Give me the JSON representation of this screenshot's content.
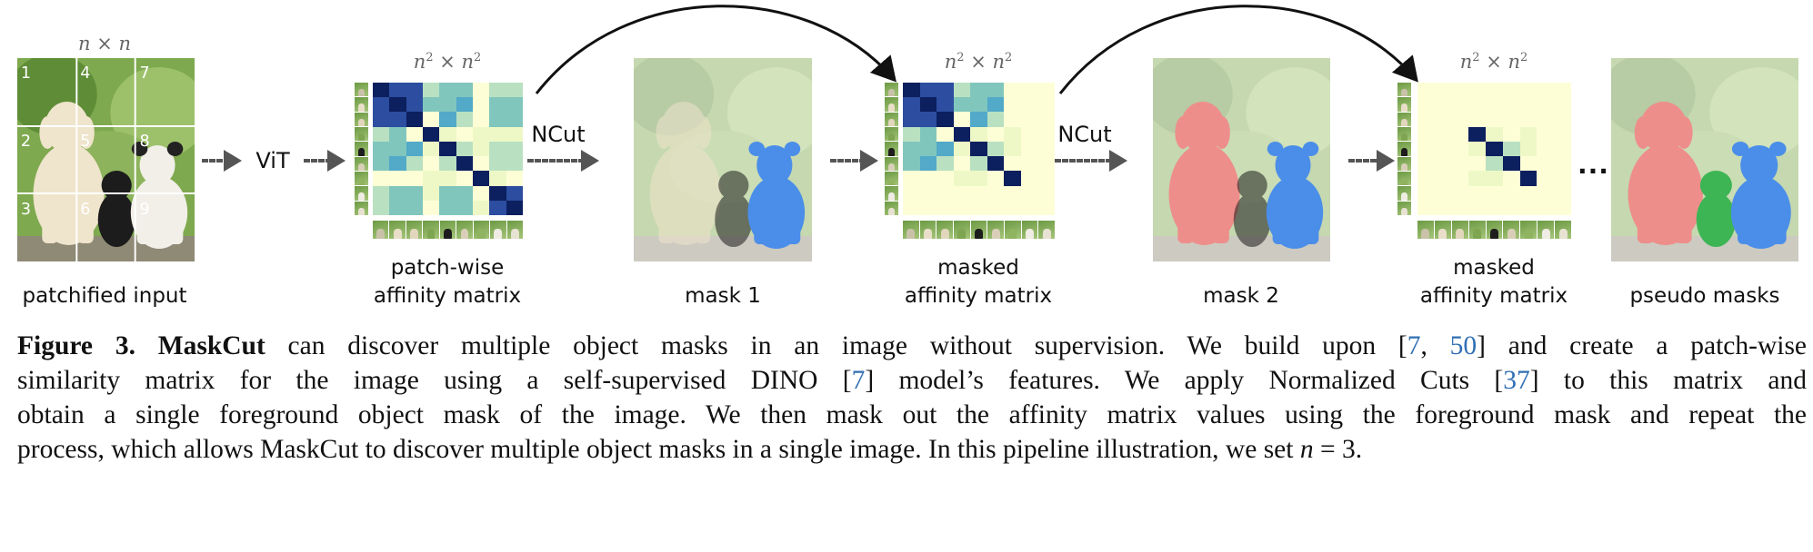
{
  "figure": {
    "input": {
      "dim_label": "n × n",
      "patch_numbers": [
        "1",
        "2",
        "3",
        "4",
        "5",
        "6",
        "7",
        "8",
        "9"
      ],
      "label": "patchified input"
    },
    "vit_label": "ViT",
    "ncut_label_1": "NCut",
    "ncut_label_2": "NCut",
    "matrix_dim_base": "n",
    "matrix_dim_exp": "2",
    "matrix_dim_times": "×",
    "matrix1": {
      "label_line1": "patch-wise",
      "label_line2": "affinity matrix",
      "levels": [
        [
          6,
          5,
          5,
          2,
          3,
          3,
          0,
          2,
          2
        ],
        [
          5,
          6,
          5,
          3,
          3,
          4,
          0,
          3,
          3
        ],
        [
          5,
          5,
          6,
          0,
          4,
          2,
          0,
          3,
          3
        ],
        [
          2,
          3,
          0,
          6,
          1,
          0,
          1,
          1,
          1
        ],
        [
          3,
          3,
          4,
          1,
          6,
          2,
          1,
          2,
          2
        ],
        [
          3,
          4,
          2,
          0,
          2,
          6,
          0,
          2,
          2
        ],
        [
          0,
          0,
          0,
          1,
          1,
          0,
          6,
          1,
          0
        ],
        [
          2,
          3,
          3,
          1,
          3,
          3,
          0,
          6,
          5
        ],
        [
          2,
          3,
          3,
          0,
          3,
          3,
          1,
          5,
          6
        ]
      ]
    },
    "mask1": {
      "label": "mask 1",
      "masks": [
        "blue"
      ]
    },
    "matrix2": {
      "label_line1": "masked",
      "label_line2": "affinity matrix",
      "levels": [
        [
          6,
          5,
          5,
          2,
          3,
          3,
          0,
          0,
          0
        ],
        [
          5,
          6,
          5,
          3,
          3,
          4,
          0,
          0,
          0
        ],
        [
          5,
          5,
          6,
          0,
          4,
          2,
          0,
          0,
          0
        ],
        [
          2,
          3,
          0,
          6,
          1,
          0,
          1,
          0,
          0
        ],
        [
          3,
          3,
          4,
          1,
          6,
          2,
          1,
          0,
          0
        ],
        [
          3,
          4,
          2,
          0,
          2,
          6,
          0,
          0,
          0
        ],
        [
          0,
          0,
          0,
          1,
          1,
          0,
          6,
          0,
          0
        ],
        [
          0,
          0,
          0,
          0,
          0,
          0,
          0,
          0,
          0
        ],
        [
          0,
          0,
          0,
          0,
          0,
          0,
          0,
          0,
          0
        ]
      ]
    },
    "mask2": {
      "label": "mask 2",
      "masks": [
        "red",
        "blue"
      ]
    },
    "matrix3": {
      "label_line1": "masked",
      "label_line2": "affinity matrix",
      "levels": [
        [
          0,
          0,
          0,
          0,
          0,
          0,
          0,
          0,
          0
        ],
        [
          0,
          0,
          0,
          0,
          0,
          0,
          0,
          0,
          0
        ],
        [
          0,
          0,
          0,
          0,
          0,
          0,
          0,
          0,
          0
        ],
        [
          0,
          0,
          0,
          6,
          1,
          0,
          1,
          0,
          0
        ],
        [
          0,
          0,
          0,
          1,
          6,
          2,
          1,
          0,
          0
        ],
        [
          0,
          0,
          0,
          0,
          2,
          6,
          0,
          0,
          0
        ],
        [
          0,
          0,
          0,
          1,
          1,
          0,
          6,
          0,
          0
        ],
        [
          0,
          0,
          0,
          0,
          0,
          0,
          0,
          0,
          0
        ],
        [
          0,
          0,
          0,
          0,
          0,
          0,
          0,
          0,
          0
        ]
      ]
    },
    "ellipsis": "...",
    "pseudo": {
      "label": "pseudo masks",
      "masks": [
        "red",
        "green",
        "blue"
      ]
    },
    "colors": {
      "affinity_scale": [
        "#fdfed6",
        "#eef8c6",
        "#b9e1c1",
        "#80c6bd",
        "#52a9c8",
        "#2c4da0",
        "#0c1f5e"
      ],
      "mask_red": "#ee8e8a",
      "mask_green": "#3db554",
      "mask_blue": "#4b8ee9",
      "ref_link": "#2f6fb3"
    }
  },
  "caption": {
    "fig_label": "Figure 3.",
    "title": "MaskCut",
    "l1a": " can discover multiple object masks in an image without supervision. We build upon [",
    "l1r1": "7",
    "l1b": ", ",
    "l1r2": "50",
    "l1c": "] and create a patch-wise",
    "l2a": "similarity matrix for the image using a self-supervised DINO [",
    "l2r1": "7",
    "l2b": "] model’s features. We apply Normalized Cuts [",
    "l2r2": "37",
    "l2c": "] to this matrix and",
    "l3": "obtain a single foreground object mask of the image. We then mask out the affinity matrix values using the foreground mask and repeat the",
    "l4a": "process, which allows MaskCut to discover multiple object masks in a single image. In this pipeline illustration, we set ",
    "l4n": "n",
    "l4b": " = 3."
  }
}
